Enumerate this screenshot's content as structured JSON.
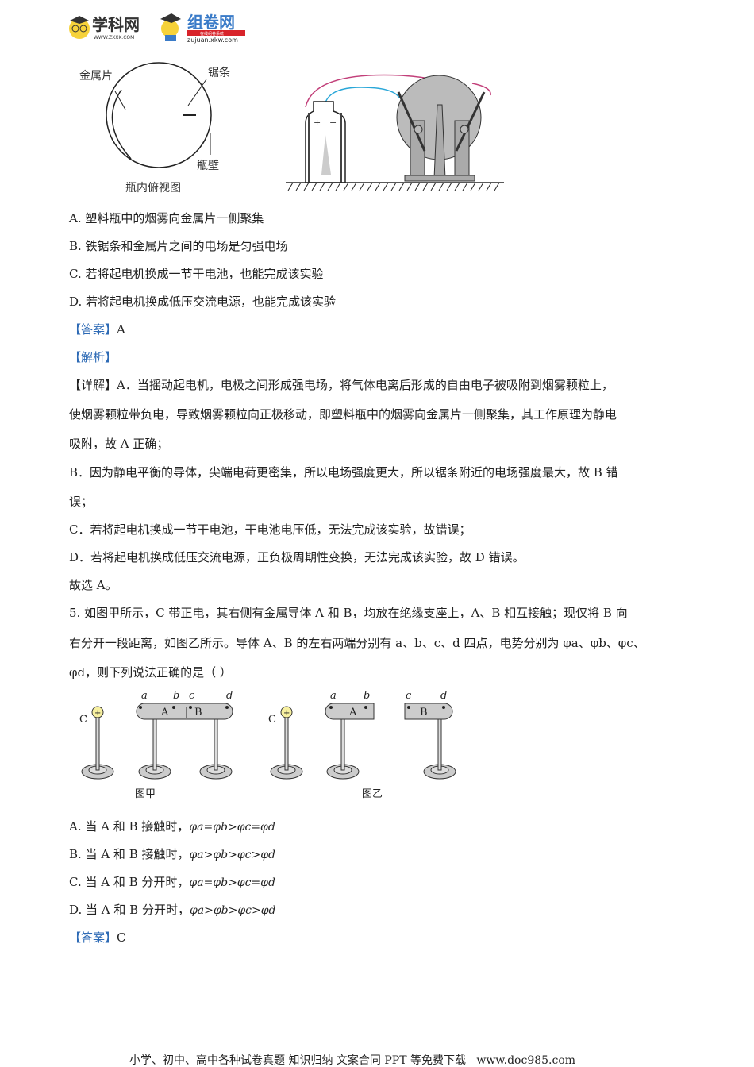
{
  "header": {
    "logo1_text": "学科网",
    "logo1_url": "WWW.ZXXK.COM",
    "logo2_text": "组卷网",
    "logo2_url": "zujuan.xkw.com",
    "logo2_tag": "在线组卷系统"
  },
  "figure1": {
    "label_metal": "金属片",
    "label_saw": "锯条",
    "label_wall": "瓶壁",
    "caption": "瓶内俯视图",
    "plus": "+",
    "minus": "−"
  },
  "q4": {
    "options": [
      "A. 塑料瓶中的烟雾向金属片一侧聚集",
      "B. 铁锯条和金属片之间的电场是匀强电场",
      "C. 若将起电机换成一节干电池，也能完成该实验",
      "D. 若将起电机换成低压交流电源，也能完成该实验"
    ],
    "answer_label": "【答案】",
    "answer": "A",
    "analysis_label": "【解析】",
    "detail_label": "【详解】",
    "detail_lines": [
      "A．当摇动起电机，电极之间形成强电场，将气体电离后形成的自由电子被吸附到烟雾颗粒上，",
      "使烟雾颗粒带负电，导致烟雾颗粒向正极移动，即塑料瓶中的烟雾向金属片一侧聚集，其工作原理为静电",
      "吸附，故 A 正确；",
      "B．因为静电平衡的导体，尖端电荷更密集，所以电场强度更大，所以锯条附近的电场强度最大，故 B 错",
      "误；",
      "C．若将起电机换成一节干电池，干电池电压低，无法完成该实验，故错误；",
      "D．若将起电机换成低压交流电源，正负极周期性变换，无法完成该实验，故 D 错误。",
      "故选 A。"
    ]
  },
  "q5": {
    "stem_lines": [
      "5. 如图甲所示，C 带正电，其右侧有金属导体 A 和 B，均放在绝缘支座上，A、B 相互接触；现仅将 B 向",
      "右分开一段距离，如图乙所示。导体 A、B 的左右两端分别有 a、b、c、d 四点，电势分别为 φa、φb、φc、",
      "φd，则下列说法正确的是（    ）"
    ],
    "figure": {
      "C": "C",
      "A": "A",
      "B": "B",
      "a": "a",
      "b": "b",
      "c": "c",
      "d": "d",
      "plus": "+",
      "cap1": "图甲",
      "cap2": "图乙"
    },
    "options": [
      {
        "prefix": "A. 当 A 和 B 接触时，",
        "expr": "φa=φb>φc=φd"
      },
      {
        "prefix": "B. 当 A 和 B 接触时，",
        "expr": "φa>φb>φc>φd"
      },
      {
        "prefix": "C. 当 A 和 B 分开时，",
        "expr": "φa=φb>φc=φd"
      },
      {
        "prefix": "D. 当 A 和 B 分开时，",
        "expr": "φa>φb>φc>φd"
      }
    ],
    "answer_label": "【答案】",
    "answer": "C"
  },
  "footer": {
    "text": "小学、初中、高中各种试卷真题  知识归纳  文案合同  PPT 等免费下载",
    "url": "www.doc985.com"
  }
}
